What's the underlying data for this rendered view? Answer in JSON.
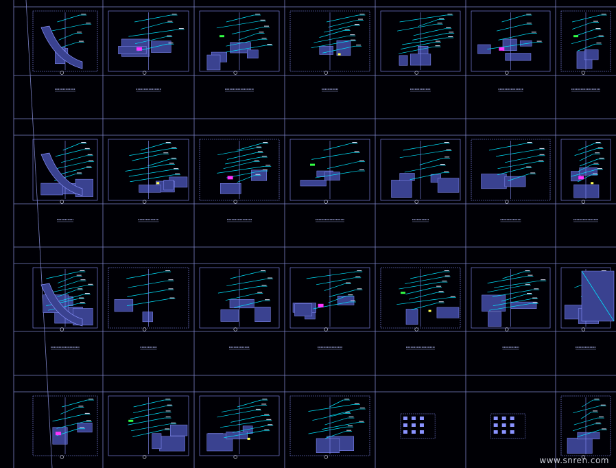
{
  "watermark": "www.snren.com",
  "colors": {
    "background": "#000005",
    "grid_line": "#7c83c8",
    "drawing_line": "#8a93ff",
    "hatch_fill": "#3a4290",
    "cyan": "#00e5ff",
    "green": "#33ff44",
    "magenta": "#ff33ff",
    "yellow": "#ffff55",
    "white": "#e8eaff",
    "caption": "#b8c0ff"
  },
  "sheet": {
    "columns": 7,
    "drawing_rows": 4
  }
}
